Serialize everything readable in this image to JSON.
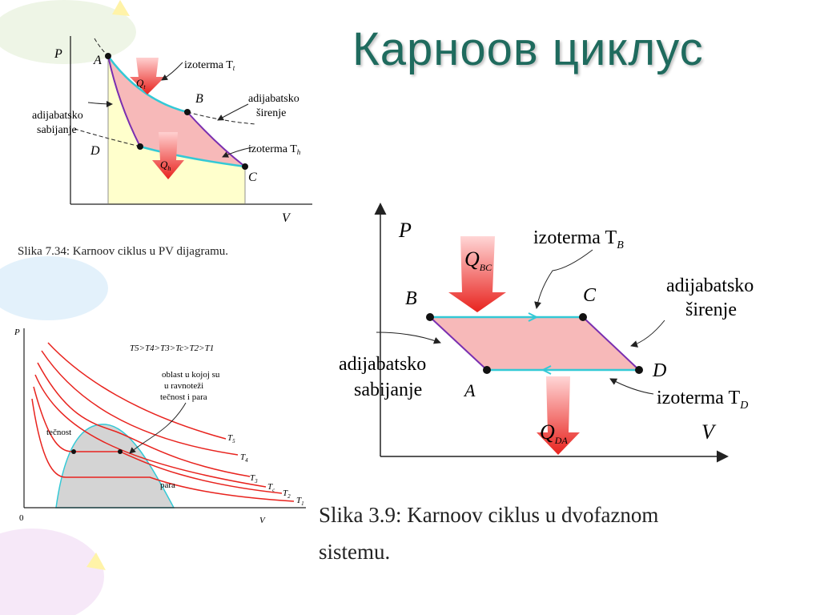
{
  "title": "Карноов циклус",
  "fig1": {
    "caption": "Slika 7.34: Karnoov ciklus u PV dijagramu.",
    "axis_p": "P",
    "axis_v": "V",
    "pt_a": "A",
    "pt_b": "B",
    "pt_c": "C",
    "pt_d": "D",
    "lbl_iso_top": "izoterma T",
    "lbl_iso_top_sub": "t",
    "lbl_iso_bot": "izoterma T",
    "lbl_iso_bot_sub": "h",
    "lbl_adi_exp_1": "adijabatsko",
    "lbl_adi_exp_2": "širenje",
    "lbl_adi_comp_1": "adijabatsko",
    "lbl_adi_comp_2": "sabijanje",
    "q_in": "Q",
    "q_in_sub": "t",
    "q_out": "Q",
    "q_out_sub": "h"
  },
  "fig2": {
    "axis_p": "P",
    "axis_v": "V",
    "origin": "0",
    "ordering": "T5>T4>T3>Tc>T2>T1",
    "region_label_1": "oblast u kojoj su",
    "region_label_2": "u ravnoteži",
    "region_label_3": "tečnost i para",
    "liquid": "tečnost",
    "vapor": "para",
    "t5": "T",
    "t5_sub": "5",
    "t4": "T",
    "t4_sub": "4",
    "t3": "T",
    "t3_sub": "3",
    "tc": "T",
    "tc_sub": "c",
    "t2": "T",
    "t2_sub": "2",
    "t1": "T",
    "t1_sub": "1"
  },
  "fig3": {
    "caption_line1": "Slika 3.9: Karnoov ciklus u dvofaznom",
    "caption_line2": "sistemu.",
    "axis_p": "P",
    "axis_v": "V",
    "pt_a": "A",
    "pt_b": "B",
    "pt_c": "C",
    "pt_d": "D",
    "iso_top": "izoterma T",
    "iso_top_sub": "B",
    "iso_bot": "izoterma T",
    "iso_bot_sub": "D",
    "adi_exp_1": "adijabatsko",
    "adi_exp_2": "širenje",
    "adi_comp_1": "adijabatsko",
    "adi_comp_2": "sabijanje",
    "q_in": "Q",
    "q_in_sub": "BC",
    "q_out": "Q",
    "q_out_sub": "DA"
  },
  "colors": {
    "title": "#1f6b5e",
    "cycle_fill": "#f7b9b9",
    "isotherm": "#33c9d6",
    "adiabat": "#7a2fb0",
    "heat_arrow": "#e8231e",
    "liquid_region": "#d4d4d4",
    "work_area": "#ffffcc"
  }
}
